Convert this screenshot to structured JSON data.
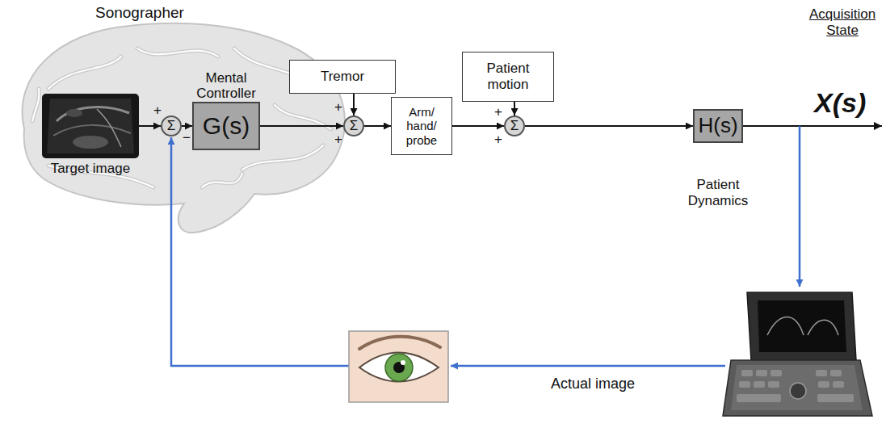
{
  "diagram": {
    "nodes": [
      {
        "text": [
          "Target image"
        ]
      },
      {
        "text": [
          "Σ"
        ]
      },
      {
        "text": [
          "Mental Controller",
          "G(s)"
        ]
      },
      {
        "text": [
          "Tremor"
        ]
      },
      {
        "text": [
          "Σ"
        ]
      },
      {
        "text": [
          "Arm/ hand/ probe"
        ]
      },
      {
        "text": [
          "Patient motion"
        ]
      },
      {
        "text": [
          "Σ"
        ]
      },
      {
        "text": [
          "H(s)",
          "Patient Dynamics"
        ]
      }
    ],
    "edges": [
      {
        "from": 0,
        "to": 1,
        "arrow": "to"
      },
      {
        "from": 1,
        "to": 2,
        "arrow": "to"
      },
      {
        "from": 2,
        "to": 4,
        "arrow": "to"
      },
      {
        "from": 3,
        "to": 4,
        "arrow": "to"
      },
      {
        "from": 4,
        "to": 5,
        "arrow": "to"
      },
      {
        "from": 5,
        "to": 7,
        "arrow": "to"
      },
      {
        "from": 6,
        "to": 7,
        "arrow": "to"
      },
      {
        "from": 7,
        "to": 8,
        "arrow": "to"
      }
    ],
    "labels": [
      "Sonographer",
      "+",
      "−",
      "+",
      "+",
      "+",
      "+",
      "Acquisition State",
      "X(s)",
      "Actual image"
    ]
  }
}
